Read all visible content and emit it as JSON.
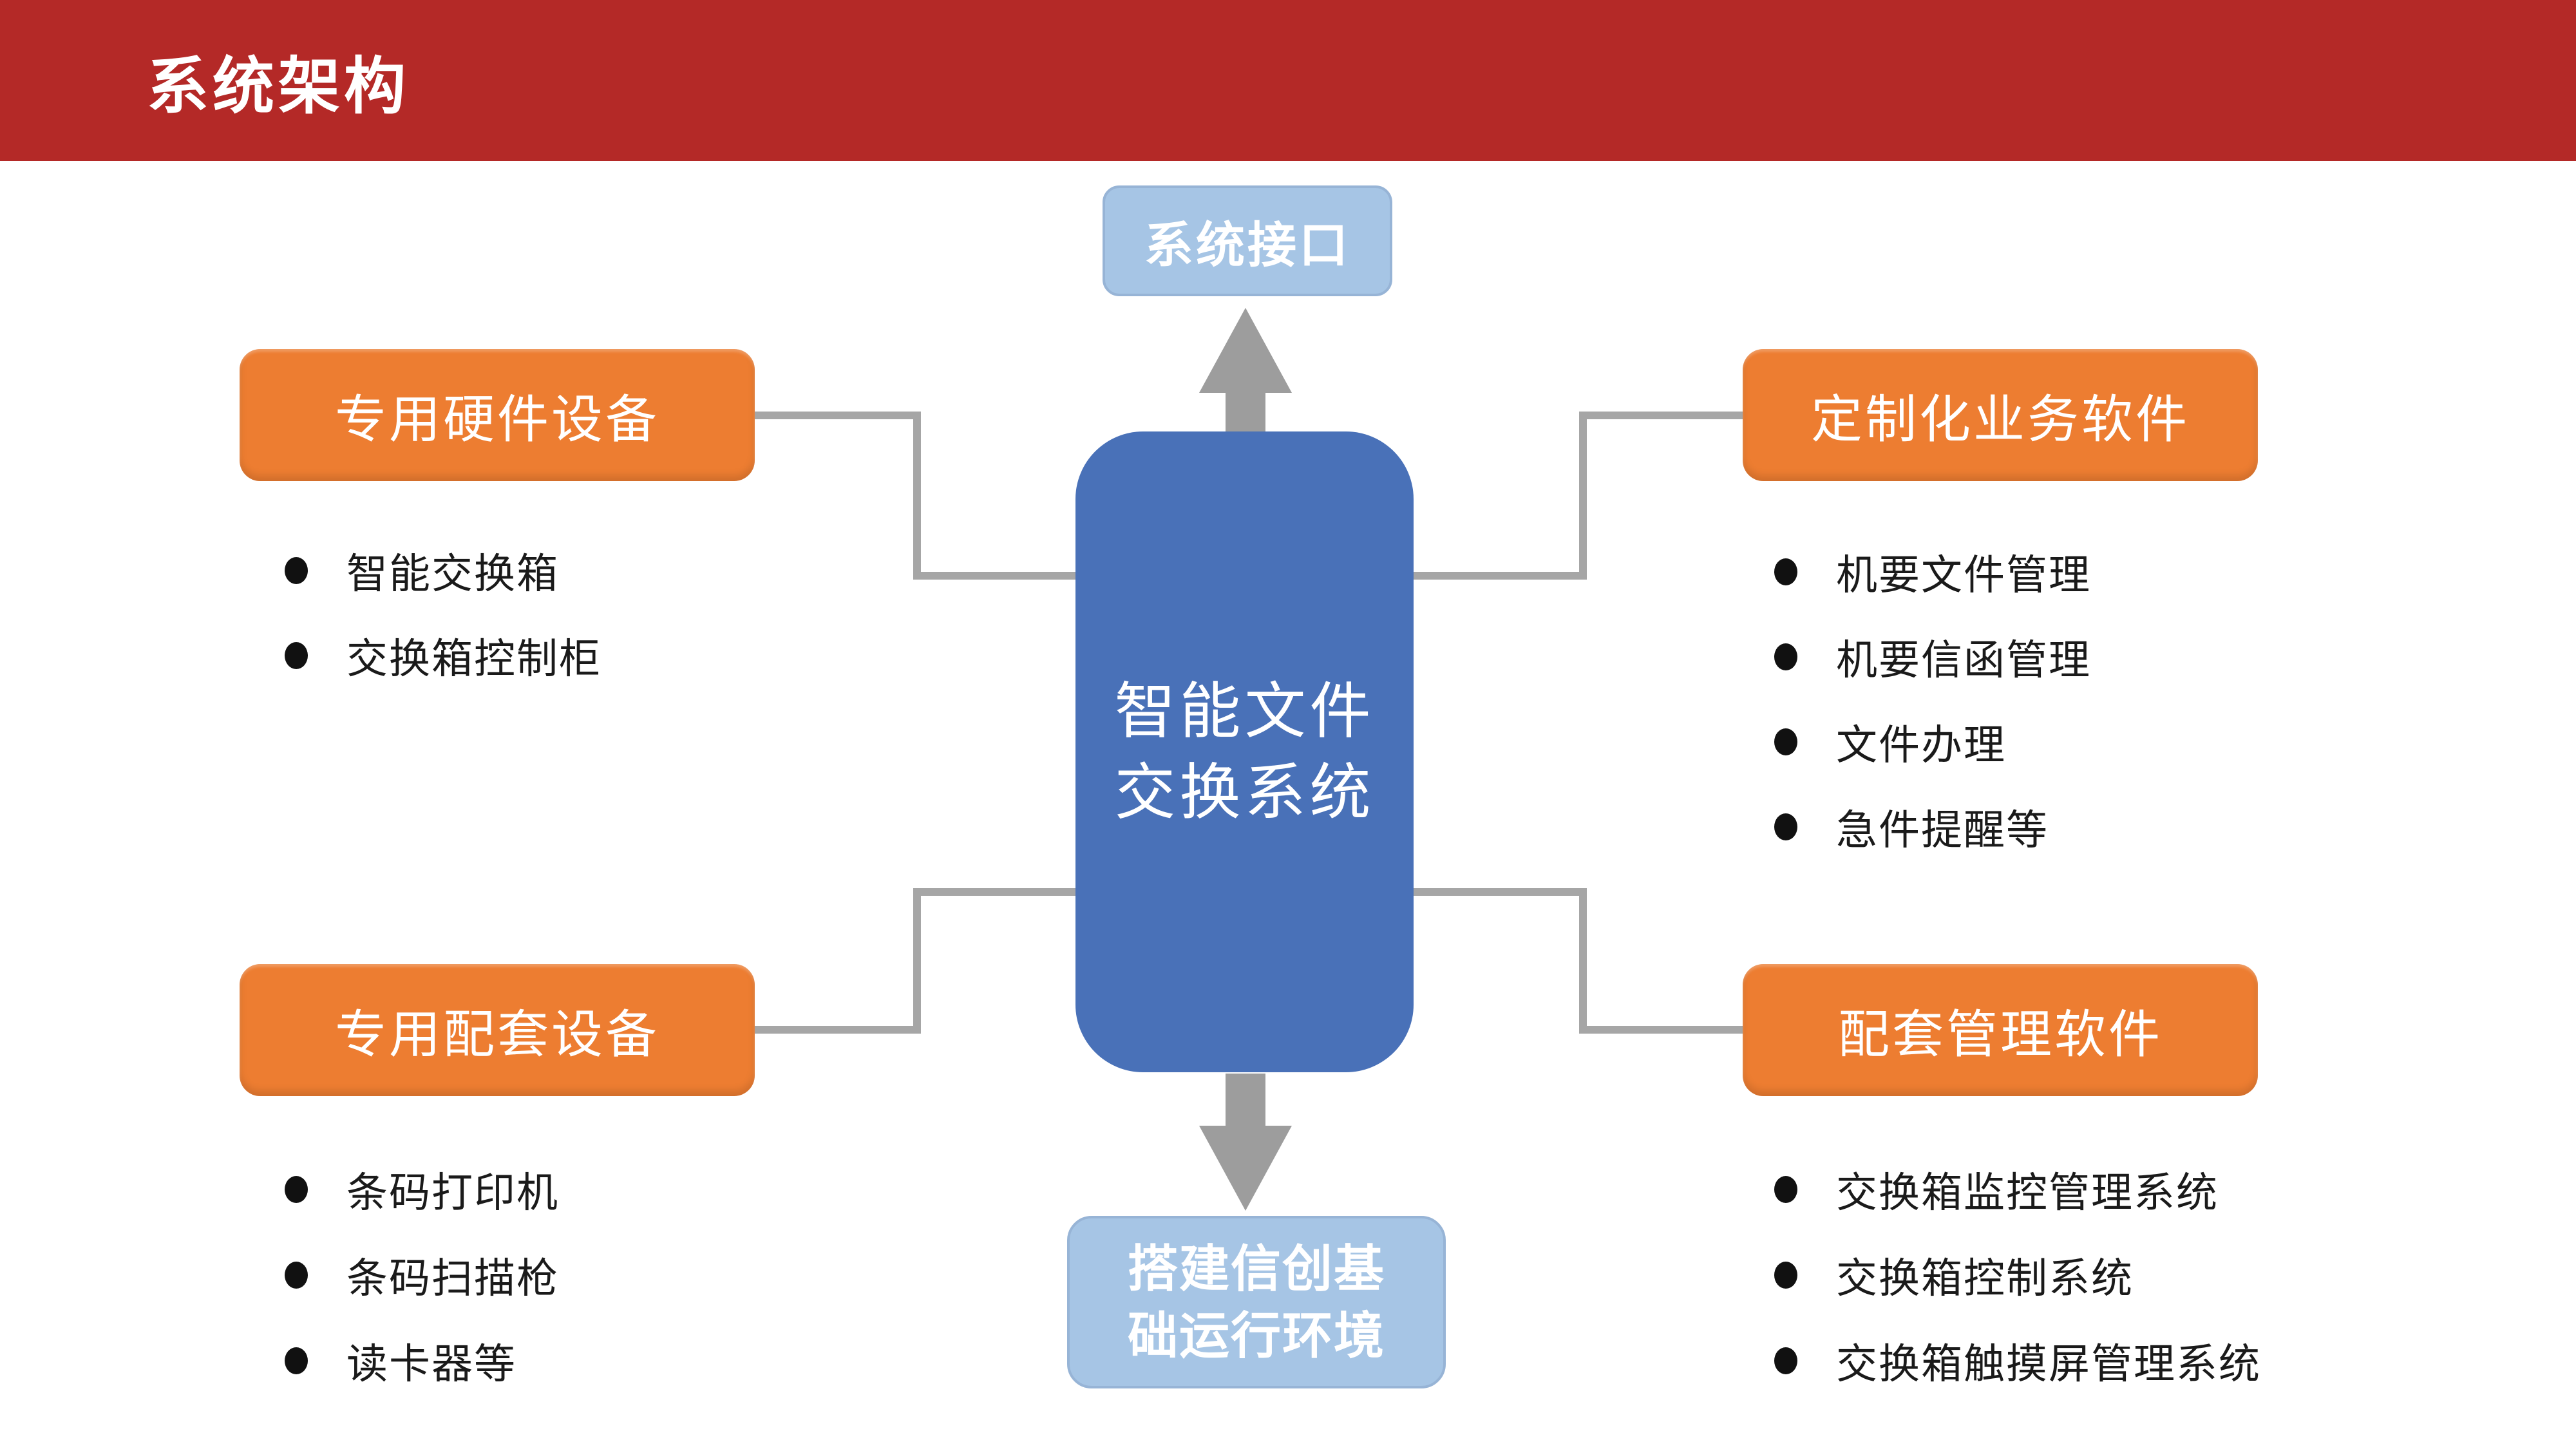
{
  "header": {
    "title": "系统架构"
  },
  "diagram": {
    "top_node": {
      "label": "系统接口"
    },
    "center_node": {
      "lines": [
        "智能文件",
        "交换系统"
      ]
    },
    "bottom_node": {
      "lines": [
        "搭建信创基",
        "础运行环境"
      ]
    },
    "groups": [
      {
        "label": "专用硬件设备",
        "items": [
          "智能交换箱",
          "交换箱控制柜"
        ]
      },
      {
        "label": "定制化业务软件",
        "items": [
          "机要文件管理",
          "机要信函管理",
          "文件办理",
          "急件提醒等"
        ]
      },
      {
        "label": "专用配套设备",
        "items": [
          "条码打印机",
          "条码扫描枪",
          "读卡器等"
        ]
      },
      {
        "label": "配套管理软件",
        "items": [
          "交换箱监控管理系统",
          "交换箱控制系统",
          "交换箱触摸屏管理系统"
        ]
      }
    ]
  },
  "icons": {
    "up_arrow": "arrow pointing up",
    "down_arrow": "arrow pointing down"
  },
  "colors": {
    "header_bg": "#B42927",
    "orange_node": "#ED7D31",
    "center_blue": "#4971B8",
    "light_blue": "#A6C5E5",
    "connector_gray": "#A6A6A6",
    "arrow_gray": "#9D9D9D",
    "bullet_text": "#1A1A1A",
    "node_text": "#FFFFFF"
  }
}
